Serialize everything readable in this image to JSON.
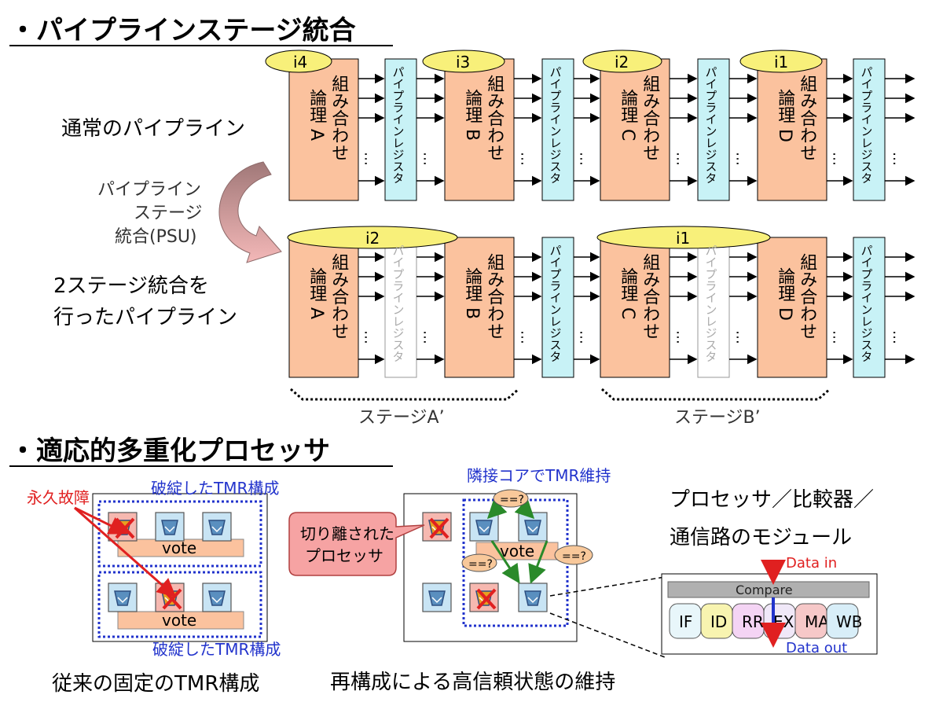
{
  "section1": {
    "title": "・パイプラインステージ統合",
    "normal_label": "通常のパイプライン",
    "psu_line1": "パイプライン",
    "psu_line2": "ステージ",
    "psu_line3": "統合(PSU)",
    "merged_line1": "2ステージ統合を",
    "merged_line2": "行ったパイプライン",
    "instructions_top": [
      "i4",
      "i3",
      "i2",
      "i1"
    ],
    "instructions_bottom": [
      "i2",
      "i1"
    ],
    "logic_blocks": [
      {
        "line1": "組み合わせ",
        "line2": "論理 A"
      },
      {
        "line1": "組み合わせ",
        "line2": "論理 B"
      },
      {
        "line1": "組み合わせ",
        "line2": "論理 C"
      },
      {
        "line1": "組み合わせ",
        "line2": "論理 D"
      }
    ],
    "register_label": "パイプラインレジスタ",
    "dots": "…",
    "stage_a": "ステージA’",
    "stage_b": "ステージB’"
  },
  "section2": {
    "title": "・適応的多重化プロセッサ",
    "permanent_fault": "永久故障",
    "broken_tmr_top": "破綻したTMR構成",
    "broken_tmr_bottom": "破綻したTMR構成",
    "vote": "vote",
    "fixed_tmr_caption": "従来の固定のTMR構成",
    "neighbor_tmr": "隣接コアでTMR維持",
    "separated_line1": "切り離された",
    "separated_line2": "プロセッサ",
    "compare_q": "==?",
    "reconfig_caption": "再構成による高信頼状態の維持",
    "module_line1": "プロセッサ／比較器／",
    "module_line2": "通信路のモジュール",
    "data_in": "Data in",
    "data_out": "Data out",
    "compare": "Compare",
    "stages": [
      "IF",
      "ID",
      "RR",
      "EX",
      "MA",
      "WB"
    ]
  },
  "colors": {
    "logic_fill": "#FBC29E",
    "register_fill": "#C8F2F6",
    "instr_fill": "#F8F07A",
    "blue_text": "#2233CC",
    "red": "#E02020",
    "green": "#2A8A2A"
  }
}
